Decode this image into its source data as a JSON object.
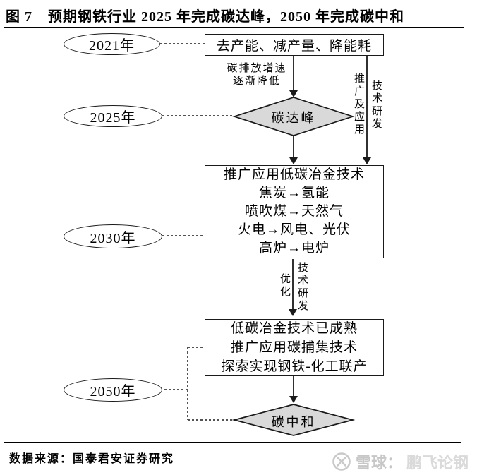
{
  "title": {
    "prefix": "图 7",
    "text": "预期钢铁行业 2025 年完成碳达峰，2050 年完成碳中和"
  },
  "flowchart": {
    "years": [
      {
        "label": "2021年"
      },
      {
        "label": "2025年"
      },
      {
        "label": "2030年"
      },
      {
        "label": "2050年"
      }
    ],
    "box1": "去产能、减产量、降能耗",
    "arrow1_label": {
      "line1": "碳排放增速",
      "line2": "逐渐降低"
    },
    "side_labels_top": {
      "left": "推广及应用",
      "right": "技术研发"
    },
    "diamond1": "碳达峰",
    "box2_lines": [
      "推广应用低碳冶金技术",
      "焦炭→氢能",
      "喷吹煤→天然气",
      "火电→风电、光伏",
      "高炉→电炉"
    ],
    "side_labels_mid": {
      "left": "优化",
      "right": "技术研发"
    },
    "box3_lines": [
      "低碳冶金技术已成熟",
      "推广应用碳捕集技术",
      "探索实现钢铁-化工联产"
    ],
    "diamond2": "碳中和"
  },
  "footer": {
    "source": "数据来源：国泰君安证券研究"
  },
  "watermark": {
    "site": "雪球：",
    "account": "鹏飞论钢"
  },
  "colors": {
    "diamond_fill": "#d9d9d9",
    "line": "#1a1a1a",
    "watermark_site": "#c7c7c7",
    "watermark_account": "#dadada"
  }
}
